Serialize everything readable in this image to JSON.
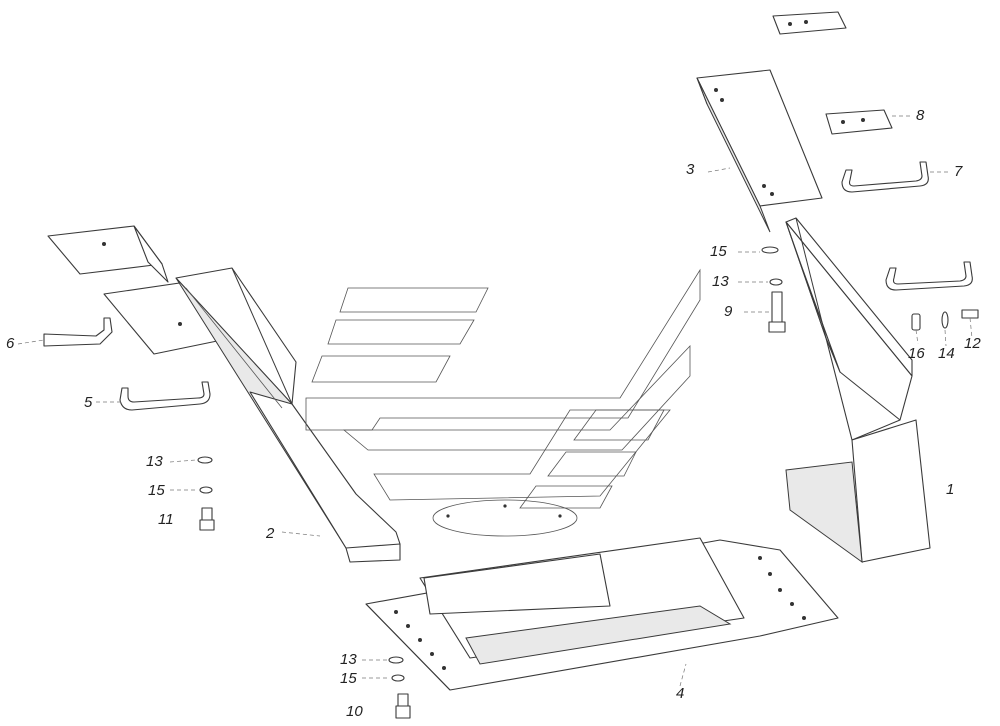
{
  "callouts": {
    "c1": "1",
    "c2": "2",
    "c3": "3",
    "c4": "4",
    "c5": "5",
    "c6": "6",
    "c7": "7",
    "c8": "8",
    "c9": "9",
    "c10": "10",
    "c11": "11",
    "c12": "12",
    "c13a": "13",
    "c13b": "13",
    "c13c": "13",
    "c14": "14",
    "c15a": "15",
    "c15b": "15",
    "c15c": "15",
    "c16": "16"
  }
}
